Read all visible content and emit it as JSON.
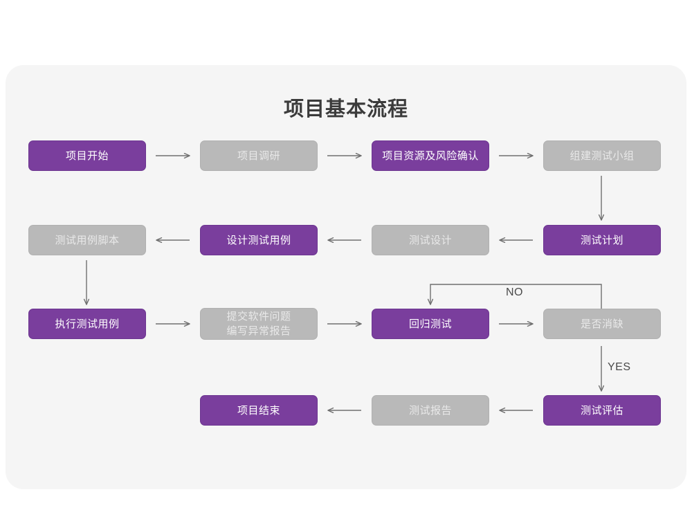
{
  "diagram": {
    "title": "项目基本流程",
    "background_color": "#ffffff",
    "card_color": "#f5f5f5",
    "accent_purple": "#7a3e9d",
    "accent_gray": "#b9b9b9",
    "connector_color": "#6f6f6f",
    "nodes": [
      {
        "id": "n1",
        "label": "项目开始",
        "style": "purple",
        "row": 1,
        "col": 1
      },
      {
        "id": "n2",
        "label": "项目调研",
        "style": "gray",
        "row": 1,
        "col": 2
      },
      {
        "id": "n3",
        "label": "项目资源及风险确认",
        "style": "purple",
        "row": 1,
        "col": 3
      },
      {
        "id": "n4",
        "label": "组建测试小组",
        "style": "gray",
        "row": 1,
        "col": 4
      },
      {
        "id": "n5",
        "label": "测试用例脚本",
        "style": "gray",
        "row": 2,
        "col": 1
      },
      {
        "id": "n6",
        "label": "设计测试用例",
        "style": "purple",
        "row": 2,
        "col": 2
      },
      {
        "id": "n7",
        "label": "测试设计",
        "style": "gray",
        "row": 2,
        "col": 3
      },
      {
        "id": "n8",
        "label": "测试计划",
        "style": "purple",
        "row": 2,
        "col": 4
      },
      {
        "id": "n9",
        "label": "执行测试用例",
        "style": "purple",
        "row": 3,
        "col": 1
      },
      {
        "id": "n10",
        "label": "提交软件问题\n编写异常报告",
        "style": "gray",
        "row": 3,
        "col": 2
      },
      {
        "id": "n11",
        "label": "回归测试",
        "style": "purple",
        "row": 3,
        "col": 3
      },
      {
        "id": "n12",
        "label": "是否消缺",
        "style": "gray",
        "row": 3,
        "col": 4
      },
      {
        "id": "n13",
        "label": "项目结束",
        "style": "purple",
        "row": 4,
        "col": 2
      },
      {
        "id": "n14",
        "label": "测试报告",
        "style": "gray",
        "row": 4,
        "col": 3
      },
      {
        "id": "n15",
        "label": "测试评估",
        "style": "purple",
        "row": 4,
        "col": 4
      }
    ],
    "edge_labels": {
      "no": "NO",
      "yes": "YES"
    }
  }
}
